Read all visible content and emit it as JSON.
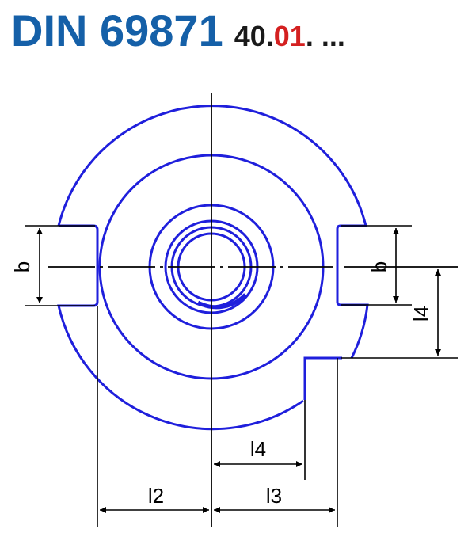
{
  "header": {
    "standard": "DIN 69871",
    "code_part1": "40.",
    "code_part2": "01",
    "code_part3": ". ..."
  },
  "colors": {
    "title_blue": "#1560a8",
    "highlight_red": "#d42020",
    "outline_blue": "#1f1fdc",
    "dimension_black": "#000000"
  },
  "labels": {
    "b_left": "b",
    "b_right": "b",
    "l4_vertical": "l4",
    "l4_horizontal": "l4",
    "l2": "l2",
    "l3": "l3"
  }
}
